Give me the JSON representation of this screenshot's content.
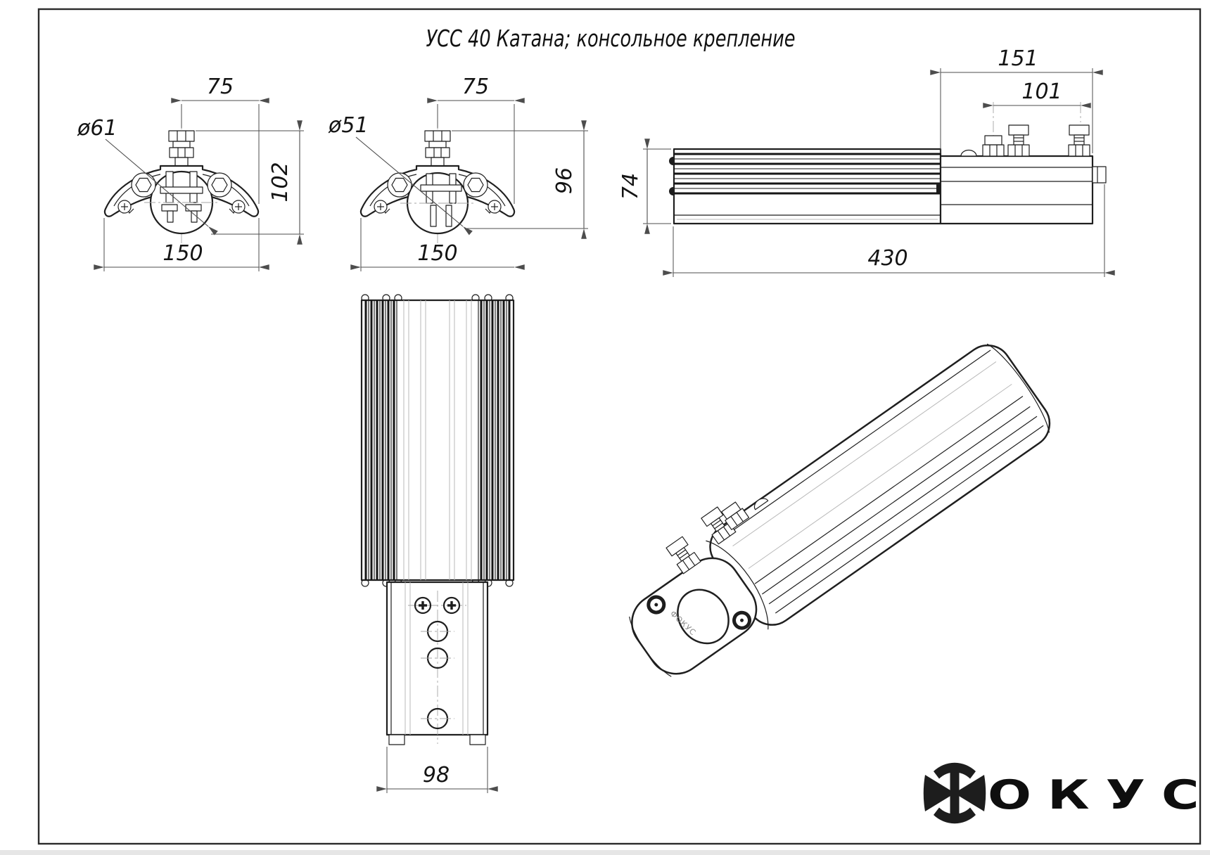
{
  "title": "УСС 40 Катана; консольное крепление",
  "views": {
    "clamp_61": {
      "width_top": "75",
      "diameter": "ø61",
      "height": "102",
      "width_bottom": "150"
    },
    "clamp_51": {
      "width_top": "75",
      "diameter": "ø51",
      "height": "96",
      "width_bottom": "150"
    },
    "side": {
      "bracket_length": "151",
      "bolt_span": "101",
      "height": "74",
      "total_length": "430"
    },
    "bottom": {
      "bracket_width": "98"
    }
  },
  "logo": {
    "brand": "ФОКУС",
    "wordmark": "ОКУС"
  },
  "colors": {
    "line": "#1f1f1f",
    "dim_line": "#4d4d4d",
    "background": "#ffffff"
  }
}
